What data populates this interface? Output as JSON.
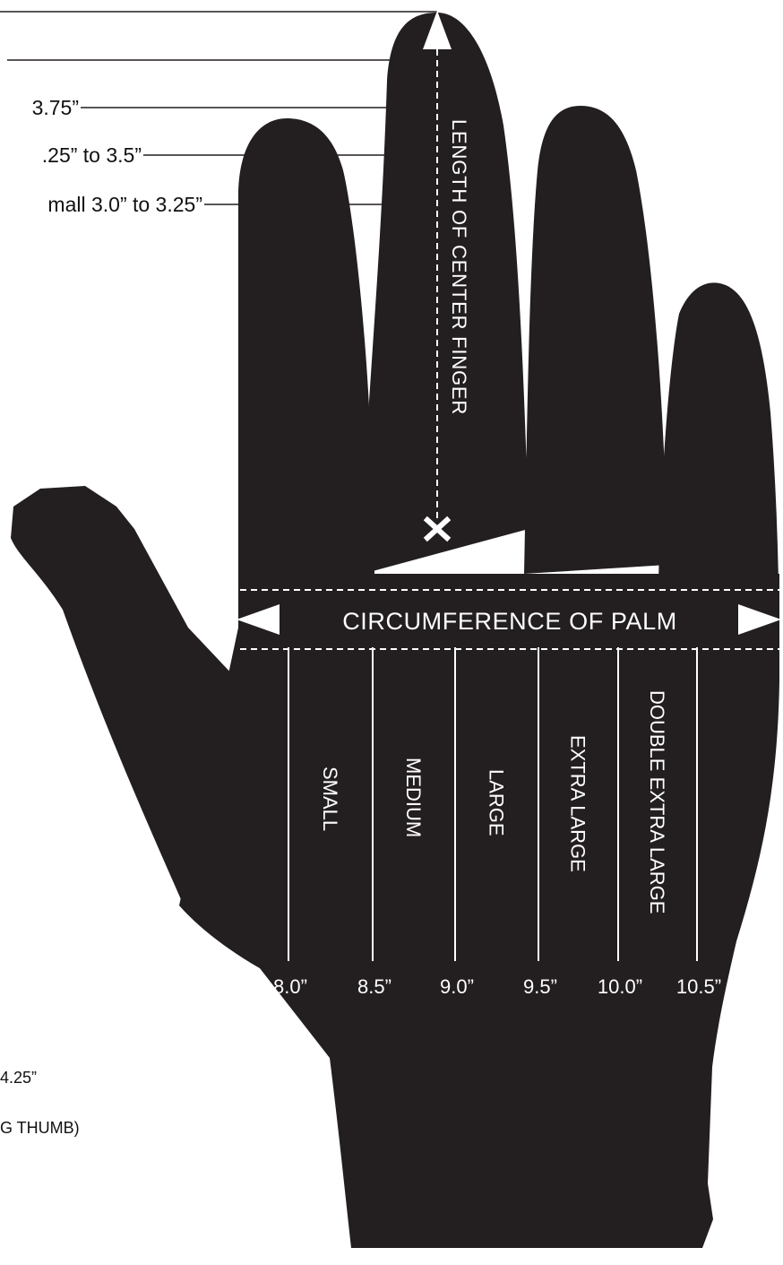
{
  "colors": {
    "hand": "#231f20",
    "marking": "#ffffff",
    "ink": "#111111"
  },
  "finger_lengths": [
    {
      "label": "3.75”"
    },
    {
      "label": ".25” to 3.5”"
    },
    {
      "label": "mall 3.0” to 3.25”"
    }
  ],
  "center_finger_label": "LENGTH OF CENTER FINGER",
  "palm_label": "CIRCUMFERENCE OF PALM",
  "sizes": [
    {
      "label": "SMALL"
    },
    {
      "label": "MEDIUM"
    },
    {
      "label": "LARGE"
    },
    {
      "label": "EXTRA LARGE"
    },
    {
      "label": "DOUBLE EXTRA LARGE"
    }
  ],
  "measurements": [
    "8.0”",
    "8.5”",
    "9.0”",
    "9.5”",
    "10.0”",
    "10.5”"
  ],
  "notes": [
    "4.25”",
    "G THUMB)"
  ]
}
